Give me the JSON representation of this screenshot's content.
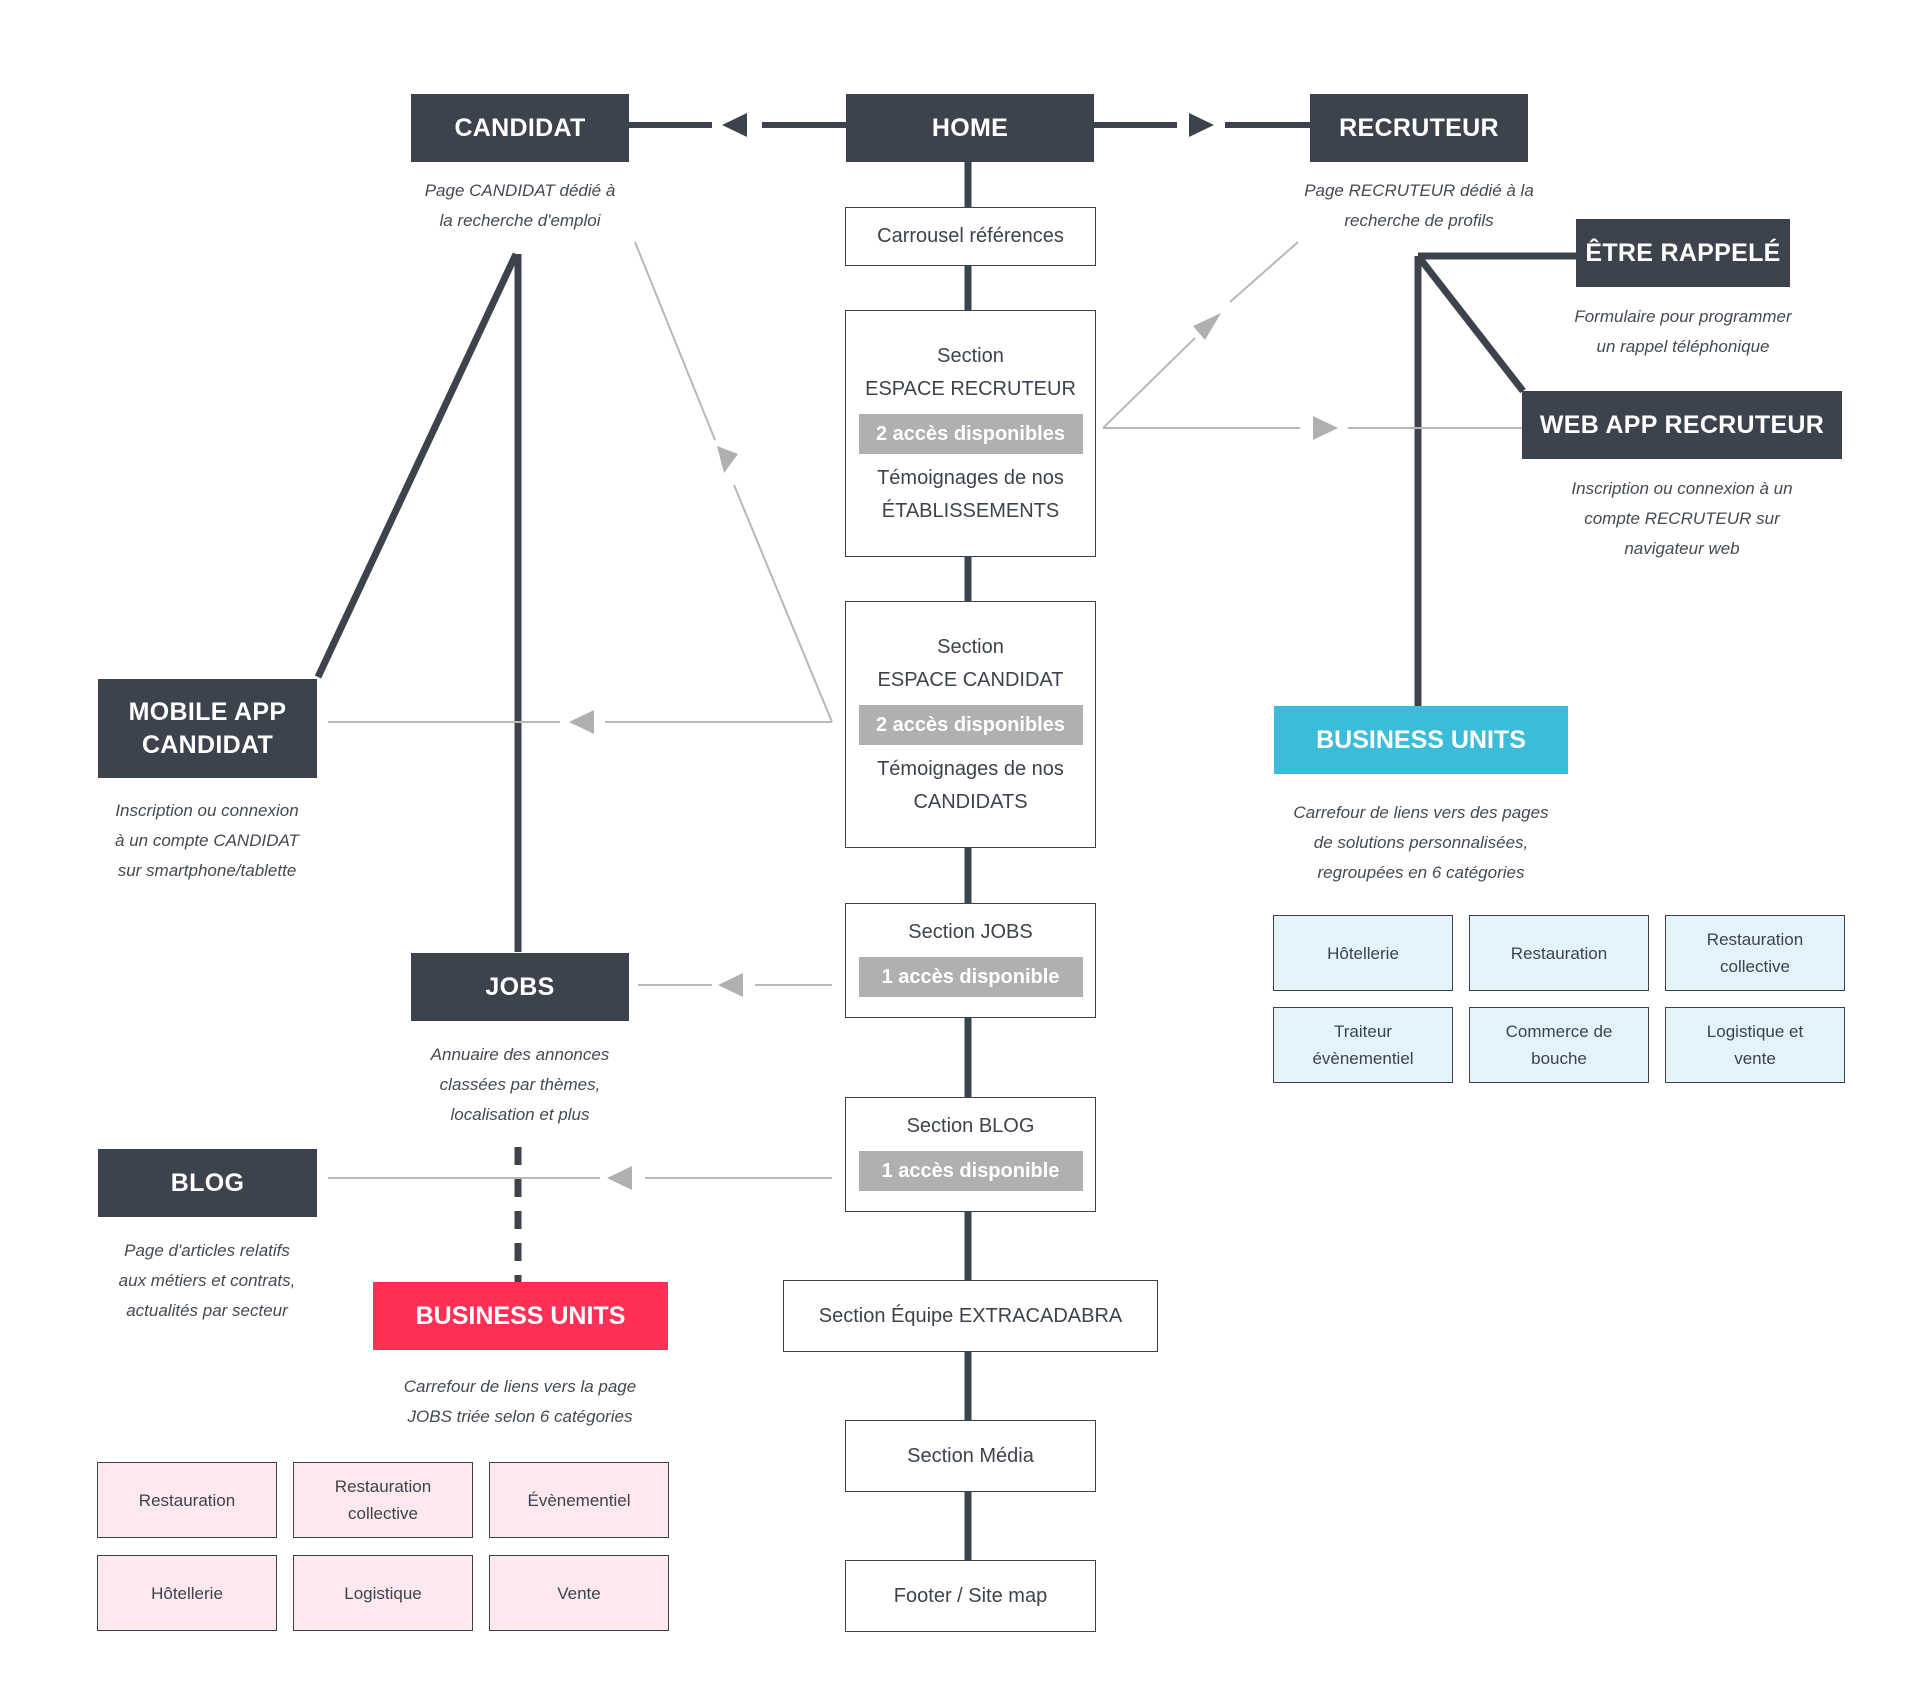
{
  "home": {
    "label": "HOME"
  },
  "candidat": {
    "label": "CANDIDAT",
    "desc_line1": "Page CANDIDAT dédié à",
    "desc_line2": "la recherche d'emploi"
  },
  "recruteur": {
    "label": "RECRUTEUR",
    "desc_line1": "Page RECRUTEUR dédié à la",
    "desc_line2": "recherche de profils"
  },
  "etre_rappele": {
    "label": "ÊTRE RAPPELÉ",
    "desc_line1": "Formulaire pour programmer",
    "desc_line2": "un rappel téléphonique"
  },
  "web_app_recruteur": {
    "label": "WEB APP RECRUTEUR",
    "desc_line1": "Inscription ou connexion à un",
    "desc_line2": "compte RECRUTEUR sur",
    "desc_line3": "navigateur web"
  },
  "mobile_app_candidat": {
    "label_line1": "MOBILE APP",
    "label_line2": "CANDIDAT",
    "desc_line1": "Inscription ou connexion",
    "desc_line2": "à un compte CANDIDAT",
    "desc_line3": "sur smartphone/tablette"
  },
  "jobs": {
    "label": "JOBS",
    "desc_line1": "Annuaire des annonces",
    "desc_line2": "classées par thèmes,",
    "desc_line3": "localisation et plus"
  },
  "blog": {
    "label": "BLOG",
    "desc_line1": "Page d'articles relatifs",
    "desc_line2": "aux métiers et contrats,",
    "desc_line3": "actualités par secteur"
  },
  "business_units_recruteur": {
    "label": "BUSINESS UNITS",
    "desc_line1": "Carrefour de liens vers des pages",
    "desc_line2": "de solutions personnalisées,",
    "desc_line3": "regroupées en 6 catégories",
    "categories": [
      {
        "line1": "Hôtellerie",
        "line2": ""
      },
      {
        "line1": "Restauration",
        "line2": ""
      },
      {
        "line1": "Restauration",
        "line2": "collective"
      },
      {
        "line1": "Traiteur",
        "line2": "évènementiel"
      },
      {
        "line1": "Commerce de",
        "line2": "bouche"
      },
      {
        "line1": "Logistique et",
        "line2": "vente"
      }
    ]
  },
  "business_units_candidat": {
    "label": "BUSINESS UNITS",
    "desc_line1": "Carrefour de liens vers la page",
    "desc_line2": "JOBS triée selon 6 catégories",
    "categories": [
      {
        "line1": "Restauration",
        "line2": ""
      },
      {
        "line1": "Restauration",
        "line2": "collective"
      },
      {
        "line1": "Évènementiel",
        "line2": ""
      },
      {
        "line1": "Hôtellerie",
        "line2": ""
      },
      {
        "line1": "Logistique",
        "line2": ""
      },
      {
        "line1": "Vente",
        "line2": ""
      }
    ]
  },
  "sections": {
    "carrousel": "Carrousel références",
    "espace_recruteur": {
      "line1": "Section",
      "line2": "ESPACE RECRUTEUR",
      "badge": "2 accès disponibles",
      "line3": "Témoignages de nos",
      "line4": "ÉTABLISSEMENTS"
    },
    "espace_candidat": {
      "line1": "Section",
      "line2": "ESPACE CANDIDAT",
      "badge": "2 accès disponibles",
      "line3": "Témoignages de nos",
      "line4": "CANDIDATS"
    },
    "jobs": {
      "line1": "Section JOBS",
      "badge": "1 accès disponible"
    },
    "blog": {
      "line1": "Section BLOG",
      "badge": "1 accès disponible"
    },
    "equipe": "Section Équipe EXTRACADABRA",
    "media": "Section Média",
    "footer": "Footer / Site map"
  },
  "colors": {
    "dark_node": "#3d434c",
    "business_units_recruteur": "#3bbcd8",
    "business_units_candidat": "#ff2f55",
    "category_blue": "#e2f4f9",
    "category_pink": "#fde8ee",
    "badge_grey": "#b0b0b0",
    "link_light": "#b8b8b8"
  }
}
